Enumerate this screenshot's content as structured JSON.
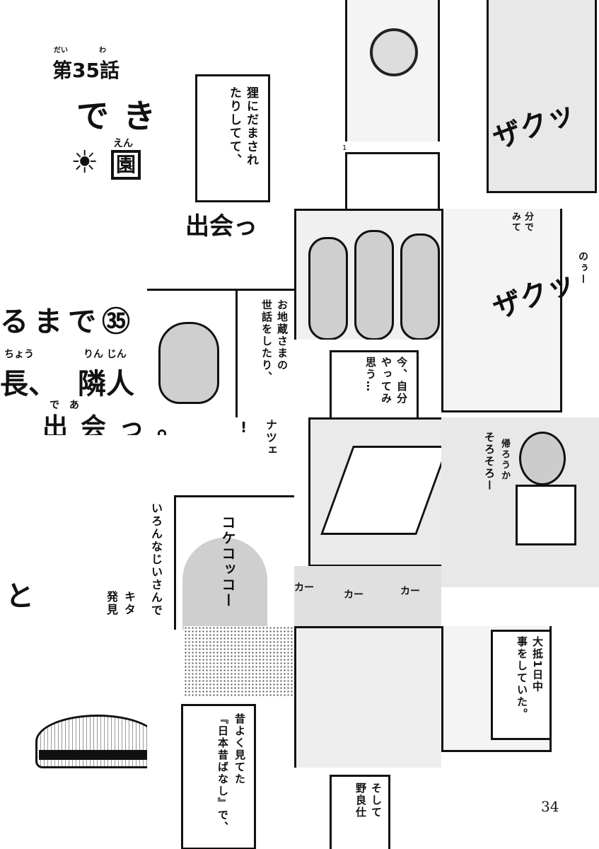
{
  "title": {
    "chapter": "第35話",
    "chapter_ruby": [
      "だい",
      "わ"
    ],
    "line1": "でき",
    "line1_ruby": "えん",
    "line1_kanji": "園",
    "sun_icon": "sun-icon",
    "line2": "るまで㉟",
    "line3_ruby": [
      "ちょう",
      "りん じん"
    ],
    "line3": [
      "長、",
      "隣人"
    ],
    "line4_ruby": "で　あ",
    "line4": "出会っ。",
    "fragment_a": "出会っ",
    "fragment_b": "と"
  },
  "captions": {
    "tanuki": "狸にだまされ\nたりしてて、",
    "jizo": "お地蔵さまの\n世話をしたり、",
    "now": "今、自分\nやってみ\n思う…",
    "bundde": "分で\nみて",
    "taitei": "大抵1日中\n事をしていた。",
    "mukashi": "昔よく見てた\n『日本昔ばなし』で、",
    "soshite": "そして\n野良仕"
  },
  "sfx": {
    "zaku1": "ザクッ",
    "zaku2": "ザクッ",
    "kokekokko": "コケコッコー",
    "ka": [
      "カー",
      "カー",
      "カー"
    ],
    "nou": "のぅー",
    "sorosoro": "そろそろー",
    "kaerouka": "帰ろうか",
    "iron": "いろんなじいさんで",
    "kita": "キタ",
    "hakken": "発見",
    "tsue": "ナツェ",
    "excl": "!"
  },
  "page_number": "34",
  "panel_number": "1"
}
